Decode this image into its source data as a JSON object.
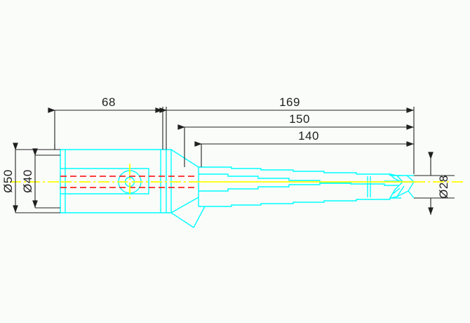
{
  "drawing": {
    "type": "mechanical-part-drawing",
    "subject": "indexable-insert-drill-with-cylindrical-shank",
    "background_color": "#fafcfa",
    "colors": {
      "part_outline": "#00ffff",
      "dimension_line": "#202020",
      "dimension_text": "#202020",
      "center_line": "#ffff00",
      "hidden_coolant_line": "#ff0000"
    }
  },
  "dimensions": {
    "shank_length": {
      "value": "68",
      "name": "shank-length-dimension"
    },
    "overall_length": {
      "value": "169",
      "name": "overall-length-dimension"
    },
    "flute_plus_length": {
      "value": "150",
      "name": "body-length-dimension"
    },
    "flute_length": {
      "value": "140",
      "name": "flute-length-dimension"
    },
    "shank_diameter_outer": {
      "value": "Ø50",
      "name": "shank-outer-diameter-dimension"
    },
    "shank_diameter_inner": {
      "value": "Ø40",
      "name": "shank-inner-diameter-dimension"
    },
    "drill_diameter": {
      "value": "Ø28",
      "name": "drill-diameter-dimension"
    }
  }
}
